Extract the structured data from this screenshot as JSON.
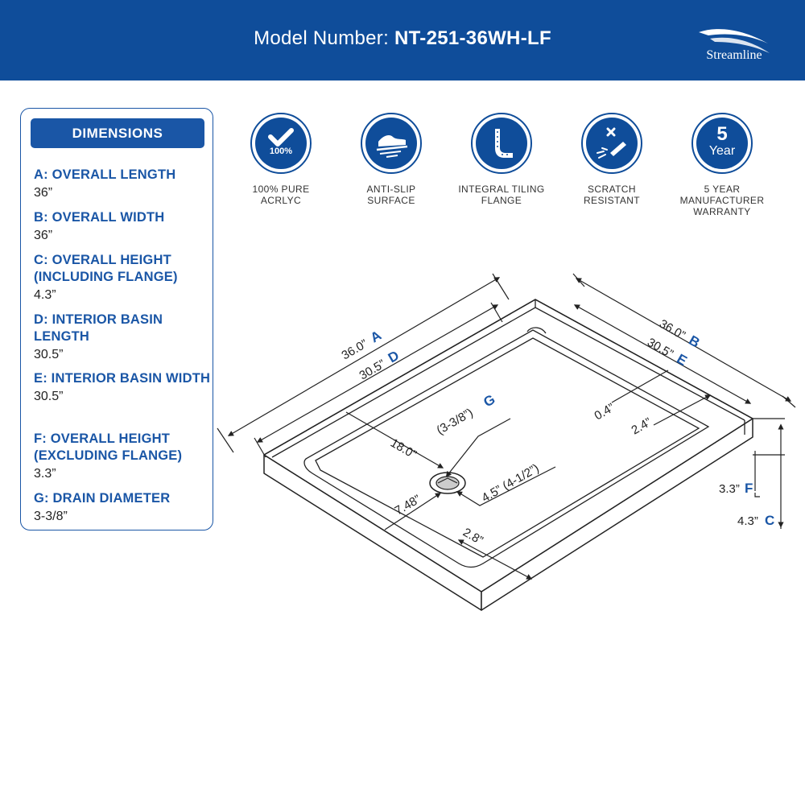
{
  "header": {
    "model_label": "Model Number:",
    "model_number": "NT-251-36WH-LF",
    "brand": "Streamline",
    "color": "#0f4d9a"
  },
  "dimensions": {
    "title": "DIMENSIONS",
    "items": [
      {
        "key": "A: OVERALL LENGTH",
        "value": "36”"
      },
      {
        "key": "B: OVERALL WIDTH",
        "value": "36”"
      },
      {
        "key": "C: OVERALL HEIGHT (INCLUDING FLANGE)",
        "value": "4.3”"
      },
      {
        "key": "D: INTERIOR BASIN LENGTH",
        "value": "30.5”"
      },
      {
        "key": "E: INTERIOR BASIN WIDTH",
        "value": "30.5”"
      },
      {
        "key": "F: OVERALL HEIGHT (EXCLUDING FLANGE)",
        "value": "3.3”"
      },
      {
        "key": "G: DRAIN DIAMETER",
        "value": "3-3/8”"
      }
    ]
  },
  "features": [
    {
      "icon": "checkmark-icon",
      "badge": "100%",
      "label_line1": "100% PURE",
      "label_line2": "ACRLYC",
      "label_line3": ""
    },
    {
      "icon": "anti-slip-shoe-icon",
      "label_line1": "ANTI-SLIP",
      "label_line2": "SURFACE",
      "label_line3": ""
    },
    {
      "icon": "tiling-flange-icon",
      "label_line1": "INTEGRAL TILING",
      "label_line2": "FLANGE",
      "label_line3": ""
    },
    {
      "icon": "scratch-resistant-icon",
      "label_line1": "SCRATCH",
      "label_line2": "RESISTANT",
      "label_line3": ""
    },
    {
      "icon": "warranty-icon",
      "badge_number": "5",
      "badge_text": "Year",
      "label_line1": "5 YEAR",
      "label_line2": "MANUFACTURER",
      "label_line3": "WARRANTY"
    }
  ],
  "diagram": {
    "a_value": "36.0”",
    "a_letter": "A",
    "d_value": "30.5”",
    "d_letter": "D",
    "b_value": "36.0”",
    "b_letter": "B",
    "e_value": "30.5”",
    "e_letter": "E",
    "g_value": "(3-3/8”)",
    "g_letter": "G",
    "drain_offset": "18.0”",
    "drain_front": "7.48”",
    "drain_size": "4.5” (4-1/2”)",
    "flange_top": "0.4”",
    "flange_side": "2.4”",
    "front_lip": "2.8”",
    "f_value": "3.3”",
    "f_letter": "F",
    "c_value": "4.3”",
    "c_letter": "C"
  }
}
